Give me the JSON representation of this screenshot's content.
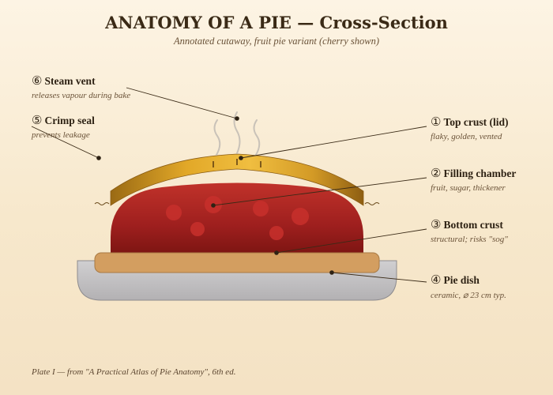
{
  "title": "ANATOMY OF A PIE — Cross-Section",
  "subtitle": "Annotated cutaway, fruit pie variant (cherry shown)",
  "footer": "Plate I — from \"A Practical Atlas of Pie Anatomy\", 6th ed.",
  "labels": [
    {
      "id": "steam-vent",
      "num": "⑥",
      "name": "Steam vent",
      "desc": "releases vapour during bake"
    },
    {
      "id": "crimp-seal",
      "num": "⑤",
      "name": "Crimp seal",
      "desc": "prevents leakage"
    },
    {
      "id": "top-crust",
      "num": "①",
      "name": "Top crust (lid)",
      "desc": "flaky, golden, vented"
    },
    {
      "id": "filling-chamber",
      "num": "②",
      "name": "Filling chamber",
      "desc": "fruit, sugar, thickener"
    },
    {
      "id": "bottom-crust",
      "num": "③",
      "name": "Bottom crust",
      "desc": "structural; risks \"sog\""
    },
    {
      "id": "pie-dish",
      "num": "④",
      "name": "Pie dish",
      "desc": "ceramic, ⌀ 23 cm typ."
    }
  ],
  "colors": {
    "dish": "#bdbbbd",
    "bottom_crust": "#d4a062",
    "filling": "#a8201e",
    "cherry": "#c8302c",
    "top_crust": "#e0a528",
    "leader": "#3a2a16"
  }
}
